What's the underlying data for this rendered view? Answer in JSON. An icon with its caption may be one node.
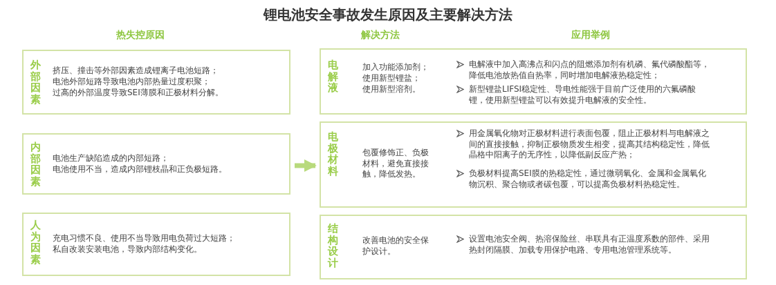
{
  "diagram": {
    "title": "锂电池安全事故发生原因及主要解决方法",
    "nodes": [
      {
        "text": [
          "外部因素",
          "挤压、撞击等外部因素造成锂离子电池短路；",
          "电池外部短路导致电池内部热量过度积聚；",
          "过高的外部温度导致SEI薄膜和正极材料分解。"
        ]
      },
      {
        "text": [
          "内部因素",
          "电池生产缺陷造成的内部短路；",
          "电池使用不当，造成内部锂枝晶和正负极短路。"
        ]
      },
      {
        "text": [
          "人为因素",
          "充电习惯不良、使用不当导致用电负荷过大短路；",
          "私自改装安装电池，导致内部结构变化。"
        ]
      },
      {
        "text": [
          "电解液",
          "加入功能添加剂；",
          "使用新型锂盐；",
          "使用新型溶剂。",
          "电解液中加入高沸点和闪点的阻燃添加剂有机磷、氟代磷酸酯等，降低电池放热值自热率，同时增加电解液热稳定性；",
          "新型锂盐LIFSI稳定性、导电性能强于目前广泛使用的六氟磷酸锂，使用新型锂盐可以有效提升电解液的安全性。"
        ]
      },
      {
        "text": [
          "电极材料",
          "包覆修饰正、负极材料，避免直接接触，降低发热。",
          "用金属氧化物对正极材料进行表面包覆，阻止正极材料与电解液之间的直接接触，抑制正极物质发生相变，提高其结构稳定性，降低晶格中阳离子的无序性，以降低副反应产热；",
          "负极材料提高SEI膜的热稳定性，通过微弱氧化、金属和金属氧化物沉积、聚合物或者碳包覆，可以提高负极材料热稳定性。"
        ]
      },
      {
        "text": [
          "结构设计",
          "改善电池的安全保护设计。",
          "设置电池安全阀、热溶保险丝、串联具有正温度系数的部件、采用热封闭隔膜、加载专用保护电路、专用电池管理系统等。"
        ]
      }
    ],
    "edges": [
      {
        "from": 1,
        "to": 4,
        "arrow": "to"
      }
    ],
    "labels": [
      "热失控原因",
      "解决方法",
      "应用举例"
    ]
  }
}
